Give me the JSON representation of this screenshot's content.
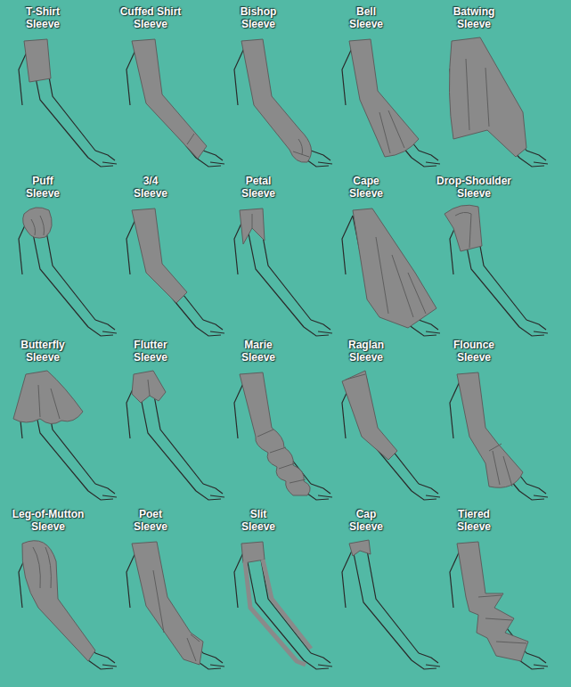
{
  "diagram": {
    "labels": [
      "T-Shirt Sleeve",
      "Cuffed Shirt Sleeve",
      "Bishop Sleeve",
      "Bell Sleeve",
      "Batwing Sleeve",
      "Puff Sleeve",
      "3/4 Sleeve",
      "Petal Sleeve",
      "Cape Sleeve",
      "Drop-Shoulder Sleeve",
      "Butterfly Sleeve",
      "Flutter Sleeve",
      "Marie Sleeve",
      "Raglan Sleeve",
      "Flounce Sleeve",
      "Leg-of-Mutton Sleeve",
      "Poet Sleeve",
      "Slit Sleeve",
      "Cap Sleeve",
      "Tiered Sleeve"
    ]
  }
}
